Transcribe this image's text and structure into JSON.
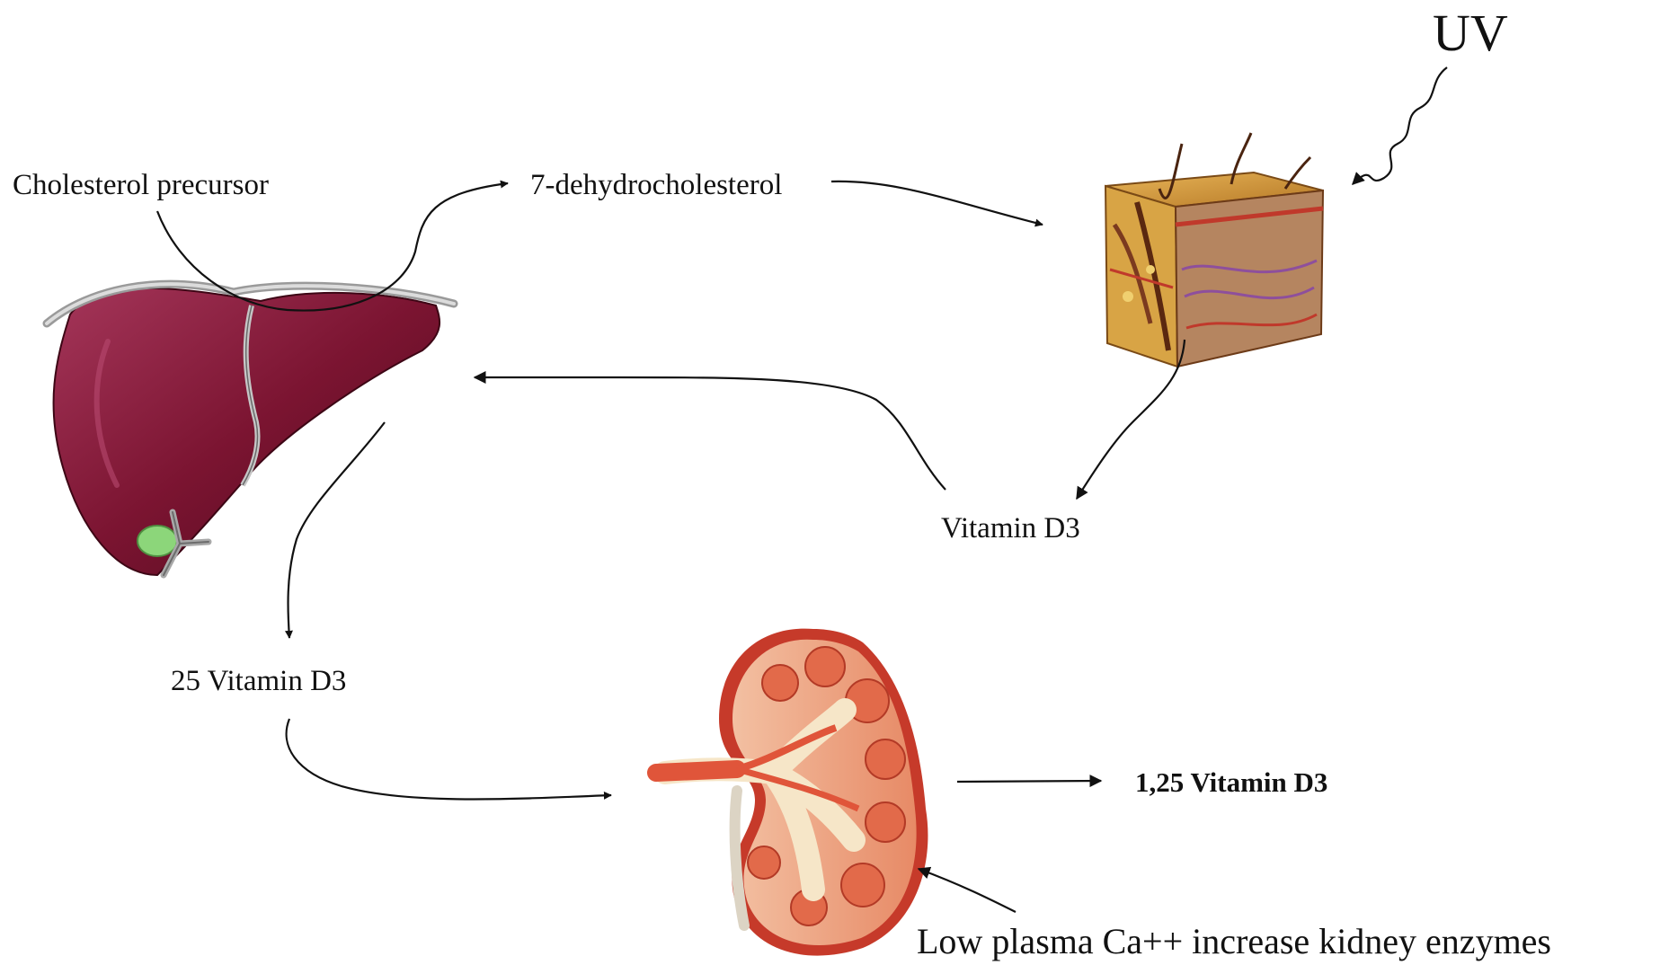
{
  "labels": {
    "uv": "UV",
    "cholesterol_precursor": "Cholesterol precursor",
    "dehydrocholesterol": "7-dehydrocholesterol",
    "vitamin_d3": "Vitamin D3",
    "vitamin_d3_25": "25 Vitamin D3",
    "vitamin_d3_125": "1,25 Vitamin D3",
    "low_calcium_note": "Low plasma Ca++ increase kidney enzymes"
  },
  "icons": {
    "liver": "liver-illustration",
    "skin": "skin-cross-section-illustration",
    "kidney": "kidney-cross-section-illustration"
  },
  "colors": {
    "liver": "#7a1530",
    "skin": "#d9a33a",
    "kidney": "#d9604a",
    "arrows": "#111111"
  }
}
